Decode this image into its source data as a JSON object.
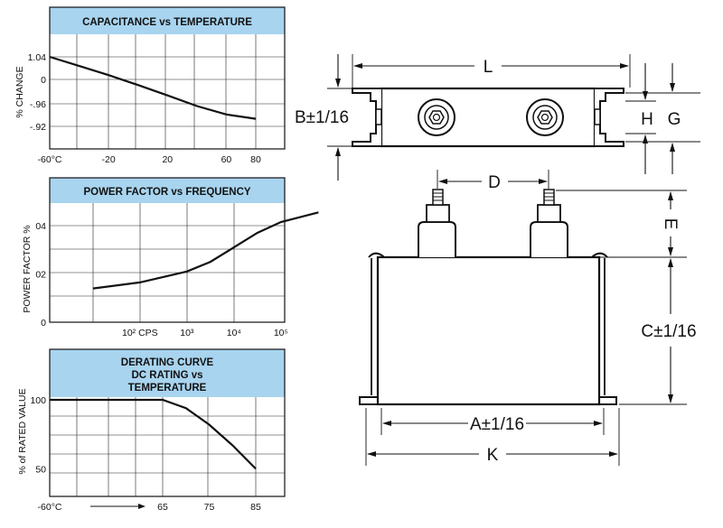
{
  "colors": {
    "title_band": "#a8d4ef",
    "ink": "#111111",
    "paper": "#ffffff"
  },
  "chart_data": [
    {
      "type": "line",
      "title": "CAPACITANCE vs TEMPERATURE",
      "ylabel": "% CHANGE",
      "x_tick_labels": [
        "-60°C",
        "-20",
        "20",
        "60",
        "80"
      ],
      "x_tick_values": [
        -60,
        -20,
        20,
        60,
        80
      ],
      "y_tick_labels": [
        "1.04",
        "0",
        "-.96",
        "-.92"
      ],
      "y_tick_values": [
        1.04,
        0,
        -0.96,
        -0.92
      ],
      "series": [
        {
          "x": [
            -60,
            -40,
            -20,
            0,
            20,
            40,
            60,
            80
          ],
          "y": [
            1.04,
            0.62,
            0.2,
            -0.22,
            -0.63,
            -1.05,
            -1.38,
            -1.55
          ]
        }
      ],
      "grid": true
    },
    {
      "type": "line",
      "title": "POWER FACTOR vs FREQUENCY",
      "ylabel": "POWER FACTOR %",
      "x_tick_labels": [
        "10² CPS",
        "10³",
        "10⁴",
        "10⁵"
      ],
      "x_tick_values": [
        2,
        3,
        4,
        5
      ],
      "y_tick_labels": [
        "04",
        "02",
        "0"
      ],
      "y_tick_values": [
        0.04,
        0.02,
        0
      ],
      "series": [
        {
          "x": [
            1,
            2,
            3,
            3.5,
            4,
            4.5,
            5,
            5.8
          ],
          "y": [
            0.014,
            0.0165,
            0.021,
            0.025,
            0.031,
            0.037,
            0.0415,
            0.0455
          ]
        }
      ],
      "grid": true
    },
    {
      "type": "line",
      "title": "DERATING CURVE DC RATING vs TEMPERATURE",
      "title_lines": [
        "DERATING CURVE",
        "DC RATING vs",
        "TEMPERATURE"
      ],
      "ylabel": "% of RATED VALUE",
      "x_tick_labels": [
        "-60°C",
        "65",
        "75",
        "85"
      ],
      "x_tick_values": [
        -60,
        65,
        75,
        85
      ],
      "y_tick_labels": [
        "100",
        "50"
      ],
      "y_tick_values": [
        100,
        50
      ],
      "series": [
        {
          "x": [
            -60,
            65,
            70,
            75,
            80,
            85
          ],
          "y": [
            100,
            100,
            94,
            82,
            67,
            50
          ]
        }
      ],
      "grid": true
    }
  ],
  "diagram": {
    "labels": {
      "L": "L",
      "B": "B±1/16",
      "H": "H",
      "G": "G",
      "D": "D",
      "E": "E",
      "C": "C±1/16",
      "A": "A±1/16",
      "K": "K"
    }
  }
}
